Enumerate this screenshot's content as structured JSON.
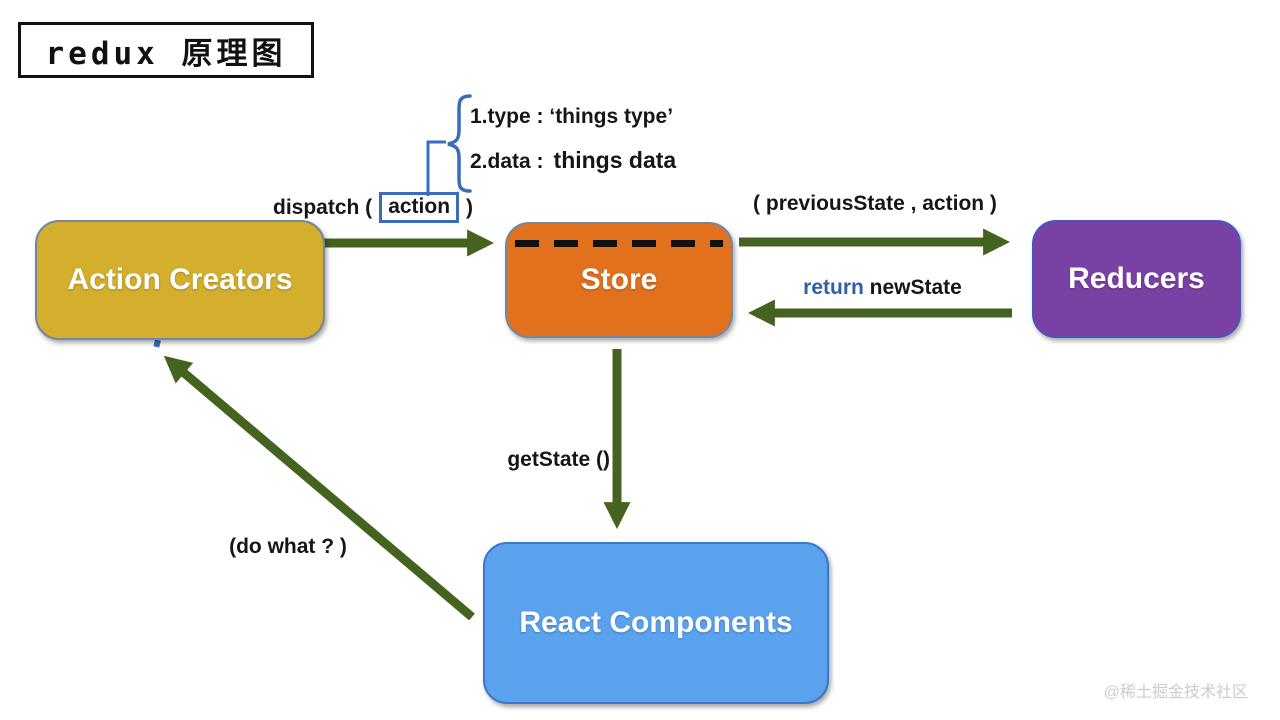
{
  "title": {
    "text": "redux 原理图"
  },
  "annotation": {
    "line1": "1.type : ‘things type’",
    "line2_label": "2.data :",
    "line2_value": "things data",
    "blue": "#3a6cbd"
  },
  "labels": {
    "dispatch_prefix": "dispatch (",
    "dispatch_box": "action",
    "dispatch_suffix": ")",
    "previous_state": "( previousState , action )",
    "return_keyword": "return",
    "return_value": " newState",
    "get_state": "getState ()",
    "do_what": "(do what ? )"
  },
  "nodes": {
    "action_creators": {
      "label": "Action Creators",
      "bg": "#d3af2d"
    },
    "store": {
      "label": "Store",
      "bg": "#e2711e"
    },
    "reducers": {
      "label": "Reducers",
      "bg": "#7a41a5"
    },
    "react_components": {
      "label": "React Components",
      "bg": "#5aa2ee"
    }
  },
  "colors": {
    "arrow_green": "#44631f",
    "annotation_blue": "#3a6cbd",
    "dotted_blue": "#3a6cc4"
  },
  "watermark": "@稀土掘金技术社区"
}
